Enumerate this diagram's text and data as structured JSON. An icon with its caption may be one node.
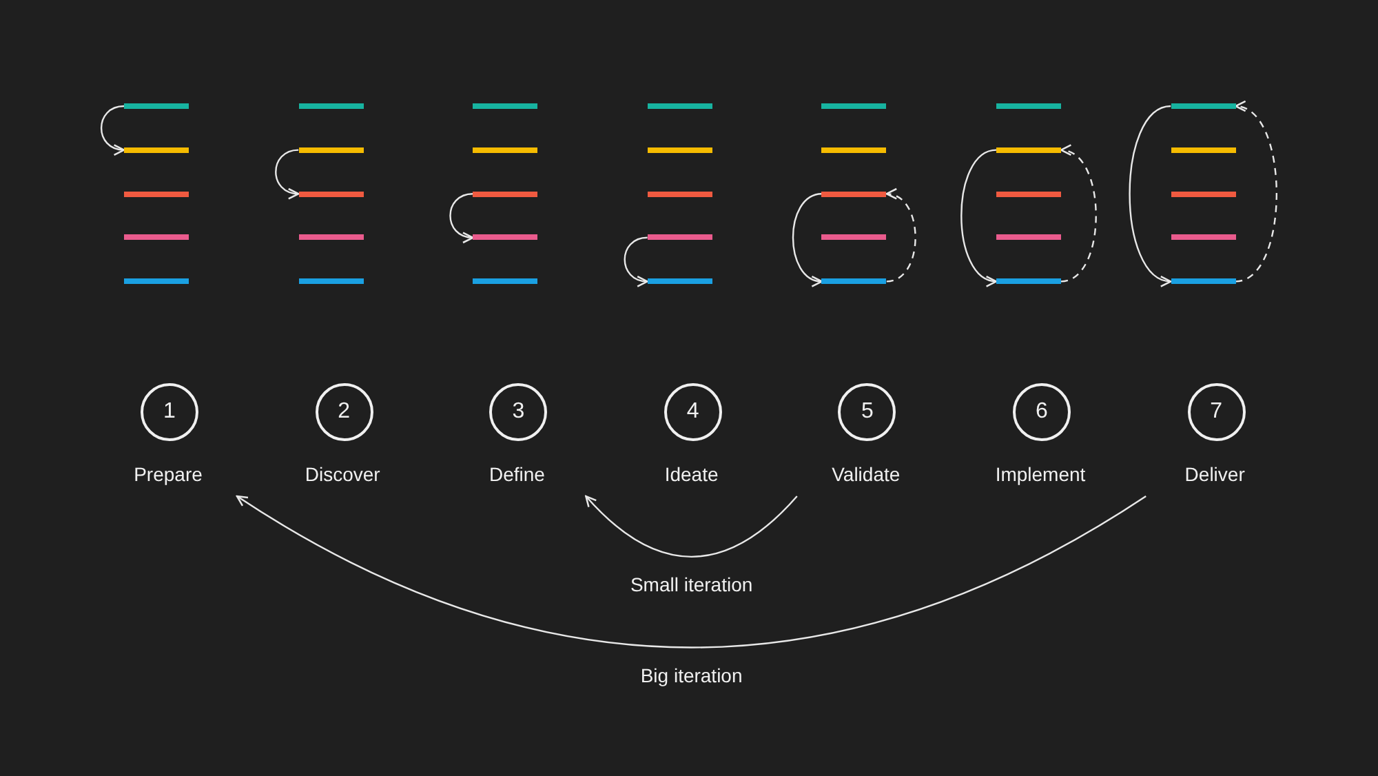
{
  "diagram": {
    "nodes": [
      {
        "text": [],
        "shape": "bar"
      },
      {
        "text": [],
        "shape": "bar"
      },
      {
        "text": [],
        "shape": "bar"
      },
      {
        "text": [],
        "shape": "bar"
      },
      {
        "text": [],
        "shape": "bar"
      },
      {
        "text": [],
        "shape": "bar"
      },
      {
        "text": [],
        "shape": "bar"
      },
      {
        "text": [],
        "shape": "bar"
      },
      {
        "text": [],
        "shape": "bar"
      },
      {
        "text": [],
        "shape": "bar"
      },
      {
        "text": [],
        "shape": "bar"
      },
      {
        "text": [],
        "shape": "bar"
      },
      {
        "text": [],
        "shape": "bar"
      },
      {
        "text": [],
        "shape": "bar"
      },
      {
        "text": [],
        "shape": "bar"
      },
      {
        "text": [],
        "shape": "bar"
      },
      {
        "text": [],
        "shape": "bar"
      },
      {
        "text": [],
        "shape": "bar"
      },
      {
        "text": [],
        "shape": "bar"
      },
      {
        "text": [],
        "shape": "bar"
      },
      {
        "text": [],
        "shape": "bar"
      },
      {
        "text": [],
        "shape": "bar"
      },
      {
        "text": [],
        "shape": "bar"
      },
      {
        "text": [],
        "shape": "bar"
      },
      {
        "text": [],
        "shape": "bar"
      },
      {
        "text": [],
        "shape": "bar"
      },
      {
        "text": [],
        "shape": "bar"
      },
      {
        "text": [],
        "shape": "bar"
      },
      {
        "text": [],
        "shape": "bar"
      },
      {
        "text": [],
        "shape": "bar"
      },
      {
        "text": [],
        "shape": "bar"
      },
      {
        "text": [],
        "shape": "bar"
      },
      {
        "text": [],
        "shape": "bar"
      },
      {
        "text": [],
        "shape": "bar"
      },
      {
        "text": [],
        "shape": "bar"
      },
      {
        "text": [
          "1"
        ],
        "beside": [
          "Prepare"
        ]
      },
      {
        "text": [
          "2"
        ],
        "beside": [
          "Discover"
        ]
      },
      {
        "text": [
          "3"
        ],
        "beside": [
          "Define"
        ]
      },
      {
        "text": [
          "4"
        ],
        "beside": [
          "Ideate"
        ]
      },
      {
        "text": [
          "5"
        ],
        "beside": [
          "Validate"
        ]
      },
      {
        "text": [
          "6"
        ],
        "beside": [
          "Implement"
        ]
      },
      {
        "text": [
          "7"
        ],
        "beside": [
          "Deliver"
        ]
      }
    ],
    "edges": [
      {
        "from": 0,
        "to": 1,
        "arrow": "to"
      },
      {
        "from": 6,
        "to": 7,
        "arrow": "to"
      },
      {
        "from": 12,
        "to": 13,
        "arrow": "to"
      },
      {
        "from": 18,
        "to": 19,
        "arrow": "to"
      },
      {
        "from": 22,
        "to": 24,
        "arrow": "to"
      },
      {
        "from": 24,
        "to": 22,
        "arrow": "to",
        "style": "dashed"
      },
      {
        "from": 26,
        "to": 29,
        "arrow": "to"
      },
      {
        "from": 29,
        "to": 26,
        "arrow": "to",
        "style": "dashed"
      },
      {
        "from": 30,
        "to": 34,
        "arrow": "to"
      },
      {
        "from": 34,
        "to": 30,
        "arrow": "to",
        "style": "dashed"
      },
      {
        "from": 39,
        "to": 37,
        "label": "Small iteration",
        "arrow": "to"
      },
      {
        "from": 41,
        "to": 35,
        "label": "Big iteration",
        "arrow": "to"
      }
    ]
  }
}
